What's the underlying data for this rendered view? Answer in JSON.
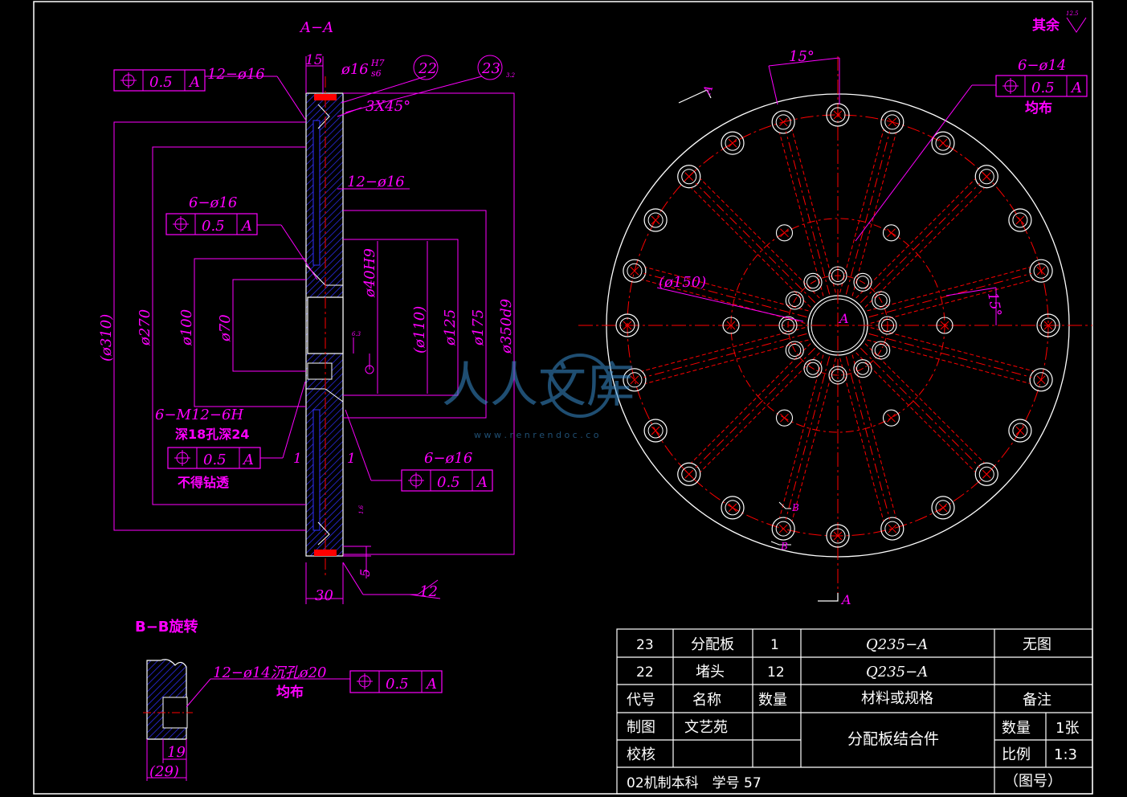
{
  "section_aa": {
    "title": "A−A",
    "dim_15": "15",
    "fit_phi16": "ø16",
    "fit_upper": "H7",
    "fit_lower": "s6",
    "balloon_22": "22",
    "balloon_23": "23",
    "chamfer": "3X45°",
    "holes_top": "12−ø16",
    "holes_mid": "12−ø16",
    "holes_6_16_left": "6−ø16",
    "holes_6_16_right": "6−ø16",
    "thread": "6−M12−6H",
    "thread_depth": "深18孔深24",
    "thread_note": "不得钻透",
    "tol_value": "0.5",
    "datum": "A",
    "d310": "(ø310)",
    "d270": "ø270",
    "d100": "ø100",
    "d70": "ø70",
    "d40": "ø40H9",
    "d110": "(ø110)",
    "d125": "ø125",
    "d175": "ø175",
    "d350": "ø350d9",
    "dim_30": "30",
    "dim_5": "5",
    "dim_12": "12",
    "dim_1_left": "1",
    "dim_1_right": "1",
    "rough_32": "3.2",
    "rough_63": "6.3",
    "rough_16": "1.6"
  },
  "front_view": {
    "rest_label": "其余",
    "rest_rough": "12.5",
    "angle_top": "15°",
    "angle_right": "15°",
    "holes": "6−ø14",
    "holes_even": "均布",
    "tol_value": "0.5",
    "datum": "A",
    "d150": "(ø150)",
    "center_label": "A",
    "section_a_top": "A",
    "section_a_bottom": "A",
    "section_b_top": "B",
    "section_b_bottom": "B"
  },
  "section_bb": {
    "title": "B−B旋转",
    "holes": "12−ø14沉孔ø20",
    "holes_even": "均布",
    "tol_value": "0.5",
    "datum": "A",
    "dim_19": "19",
    "dim_29": "(29)"
  },
  "title_block": {
    "rows": [
      [
        "23",
        "分配板",
        "1",
        "Q235−A",
        "无图"
      ],
      [
        "22",
        "堵头",
        "12",
        "Q235−A",
        ""
      ]
    ],
    "header": [
      "代号",
      "名称",
      "数量",
      "材料或规格",
      "备注"
    ],
    "drawn_label": "制图",
    "drawn_name": "文艺苑",
    "check_label": "校核",
    "part_name": "分配板结合件",
    "qty_label": "数量",
    "qty_value": "1张",
    "scale_label": "比例",
    "scale_value": "1:3",
    "class_info": "02机制本科　学号 57",
    "drawing_no": "（图号）"
  },
  "watermark": {
    "text": "人人文库",
    "url": "w w w . r e n r e n d o c . c o"
  },
  "colors": {
    "outline": "#ffffff",
    "dimension": "#ff00ff",
    "centerline": "#ff0000",
    "hatch": "#3030ff",
    "seal": "#ff0000"
  }
}
